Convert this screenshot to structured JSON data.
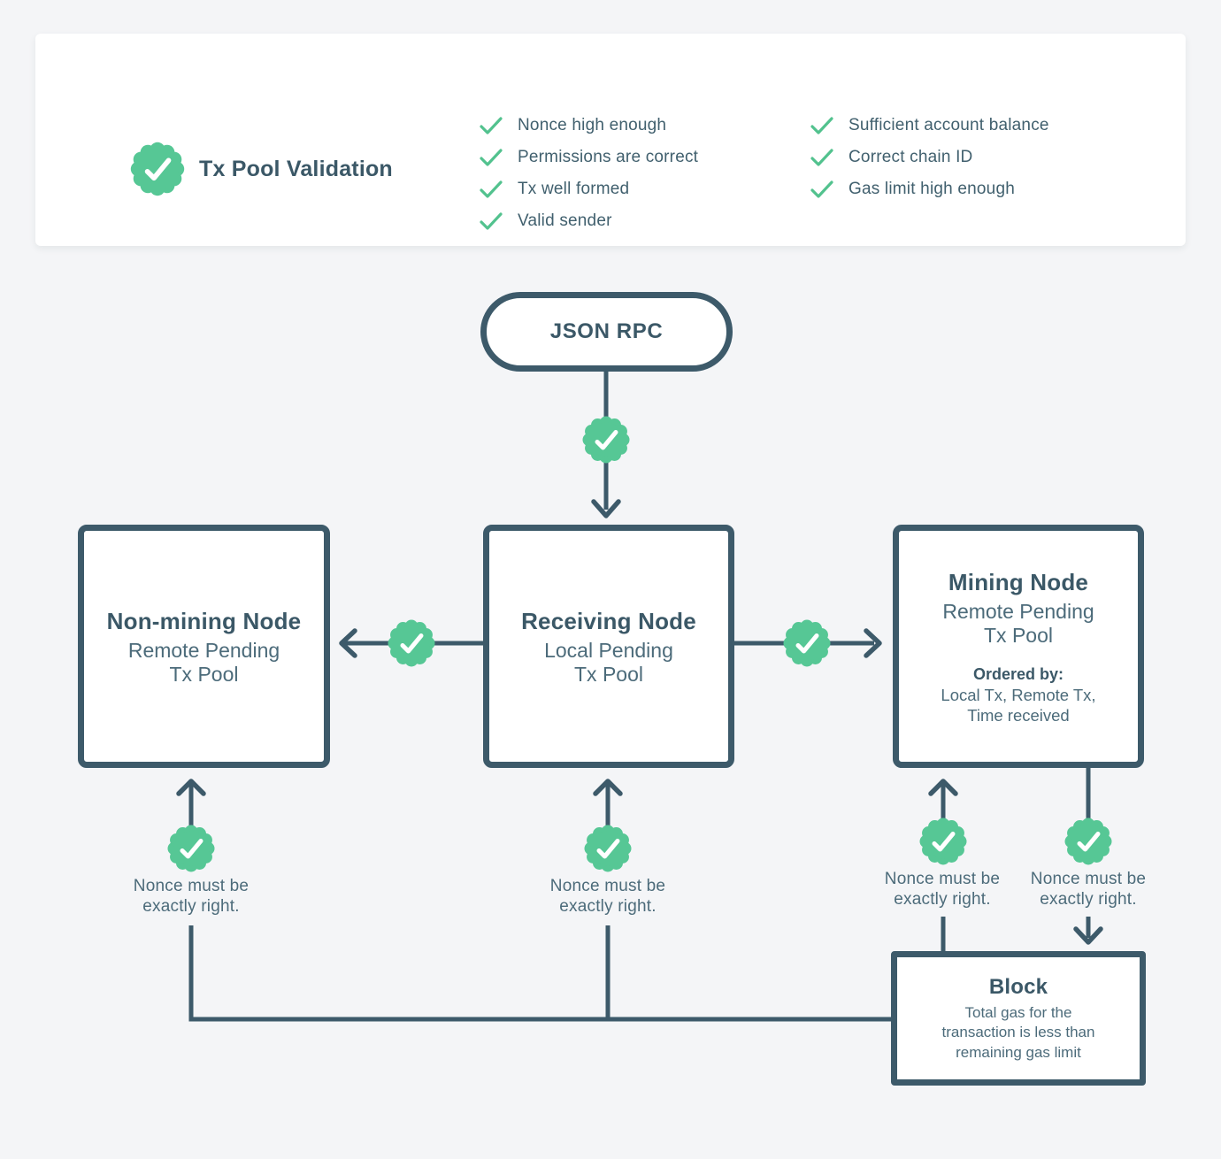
{
  "colors": {
    "background": "#f4f5f7",
    "card": "#ffffff",
    "slate": "#3d5a6a",
    "slate_text": "#4c6b7a",
    "green": "#56c795"
  },
  "icons": {
    "seal_check": "seal-check-icon",
    "check": "check-icon"
  },
  "legend": {
    "title": "Tx Pool Validation",
    "checks_col1": [
      "Nonce high enough",
      "Permissions are correct",
      "Tx well formed",
      "Valid sender"
    ],
    "checks_col2": [
      "Sufficient account balance",
      "Correct chain ID",
      "Gas limit high enough"
    ]
  },
  "flow": {
    "start_label": "JSON RPC",
    "non_mining": {
      "title": "Non-mining Node",
      "subtitle_lines": [
        "Remote Pending",
        "Tx Pool"
      ]
    },
    "receiving": {
      "title": "Receiving Node",
      "subtitle_lines": [
        "Local Pending",
        "Tx Pool"
      ]
    },
    "mining": {
      "title": "Mining Node",
      "subtitle_lines": [
        "Remote Pending",
        "Tx Pool"
      ],
      "ordered_by_label": "Ordered by:",
      "ordered_by_lines": [
        "Local Tx, Remote Tx,",
        "Time received"
      ]
    },
    "block": {
      "title": "Block",
      "description_lines": [
        "Total gas for the",
        "transaction is less than",
        "remaining gas limit"
      ]
    },
    "edge_note_lines": [
      "Nonce must be",
      "exactly right."
    ]
  }
}
